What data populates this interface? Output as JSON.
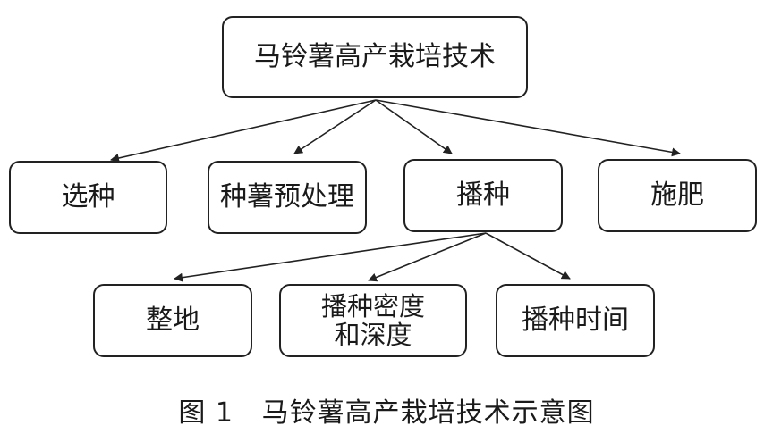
{
  "diagram": {
    "root": {
      "label": "马铃薯高产栽培技术"
    },
    "level1": [
      {
        "label": "选种"
      },
      {
        "label": "种薯预处理"
      },
      {
        "label": "播种"
      },
      {
        "label": "施肥"
      }
    ],
    "level2": [
      {
        "label": "整地"
      },
      {
        "label_line1": "播种密度",
        "label_line2": "和深度"
      },
      {
        "label": "播种时间"
      }
    ],
    "caption": "图 1   马铃薯高产栽培技术示意图"
  },
  "colors": {
    "stroke": "#222222",
    "text": "#1a1a1a",
    "background": "#ffffff"
  }
}
